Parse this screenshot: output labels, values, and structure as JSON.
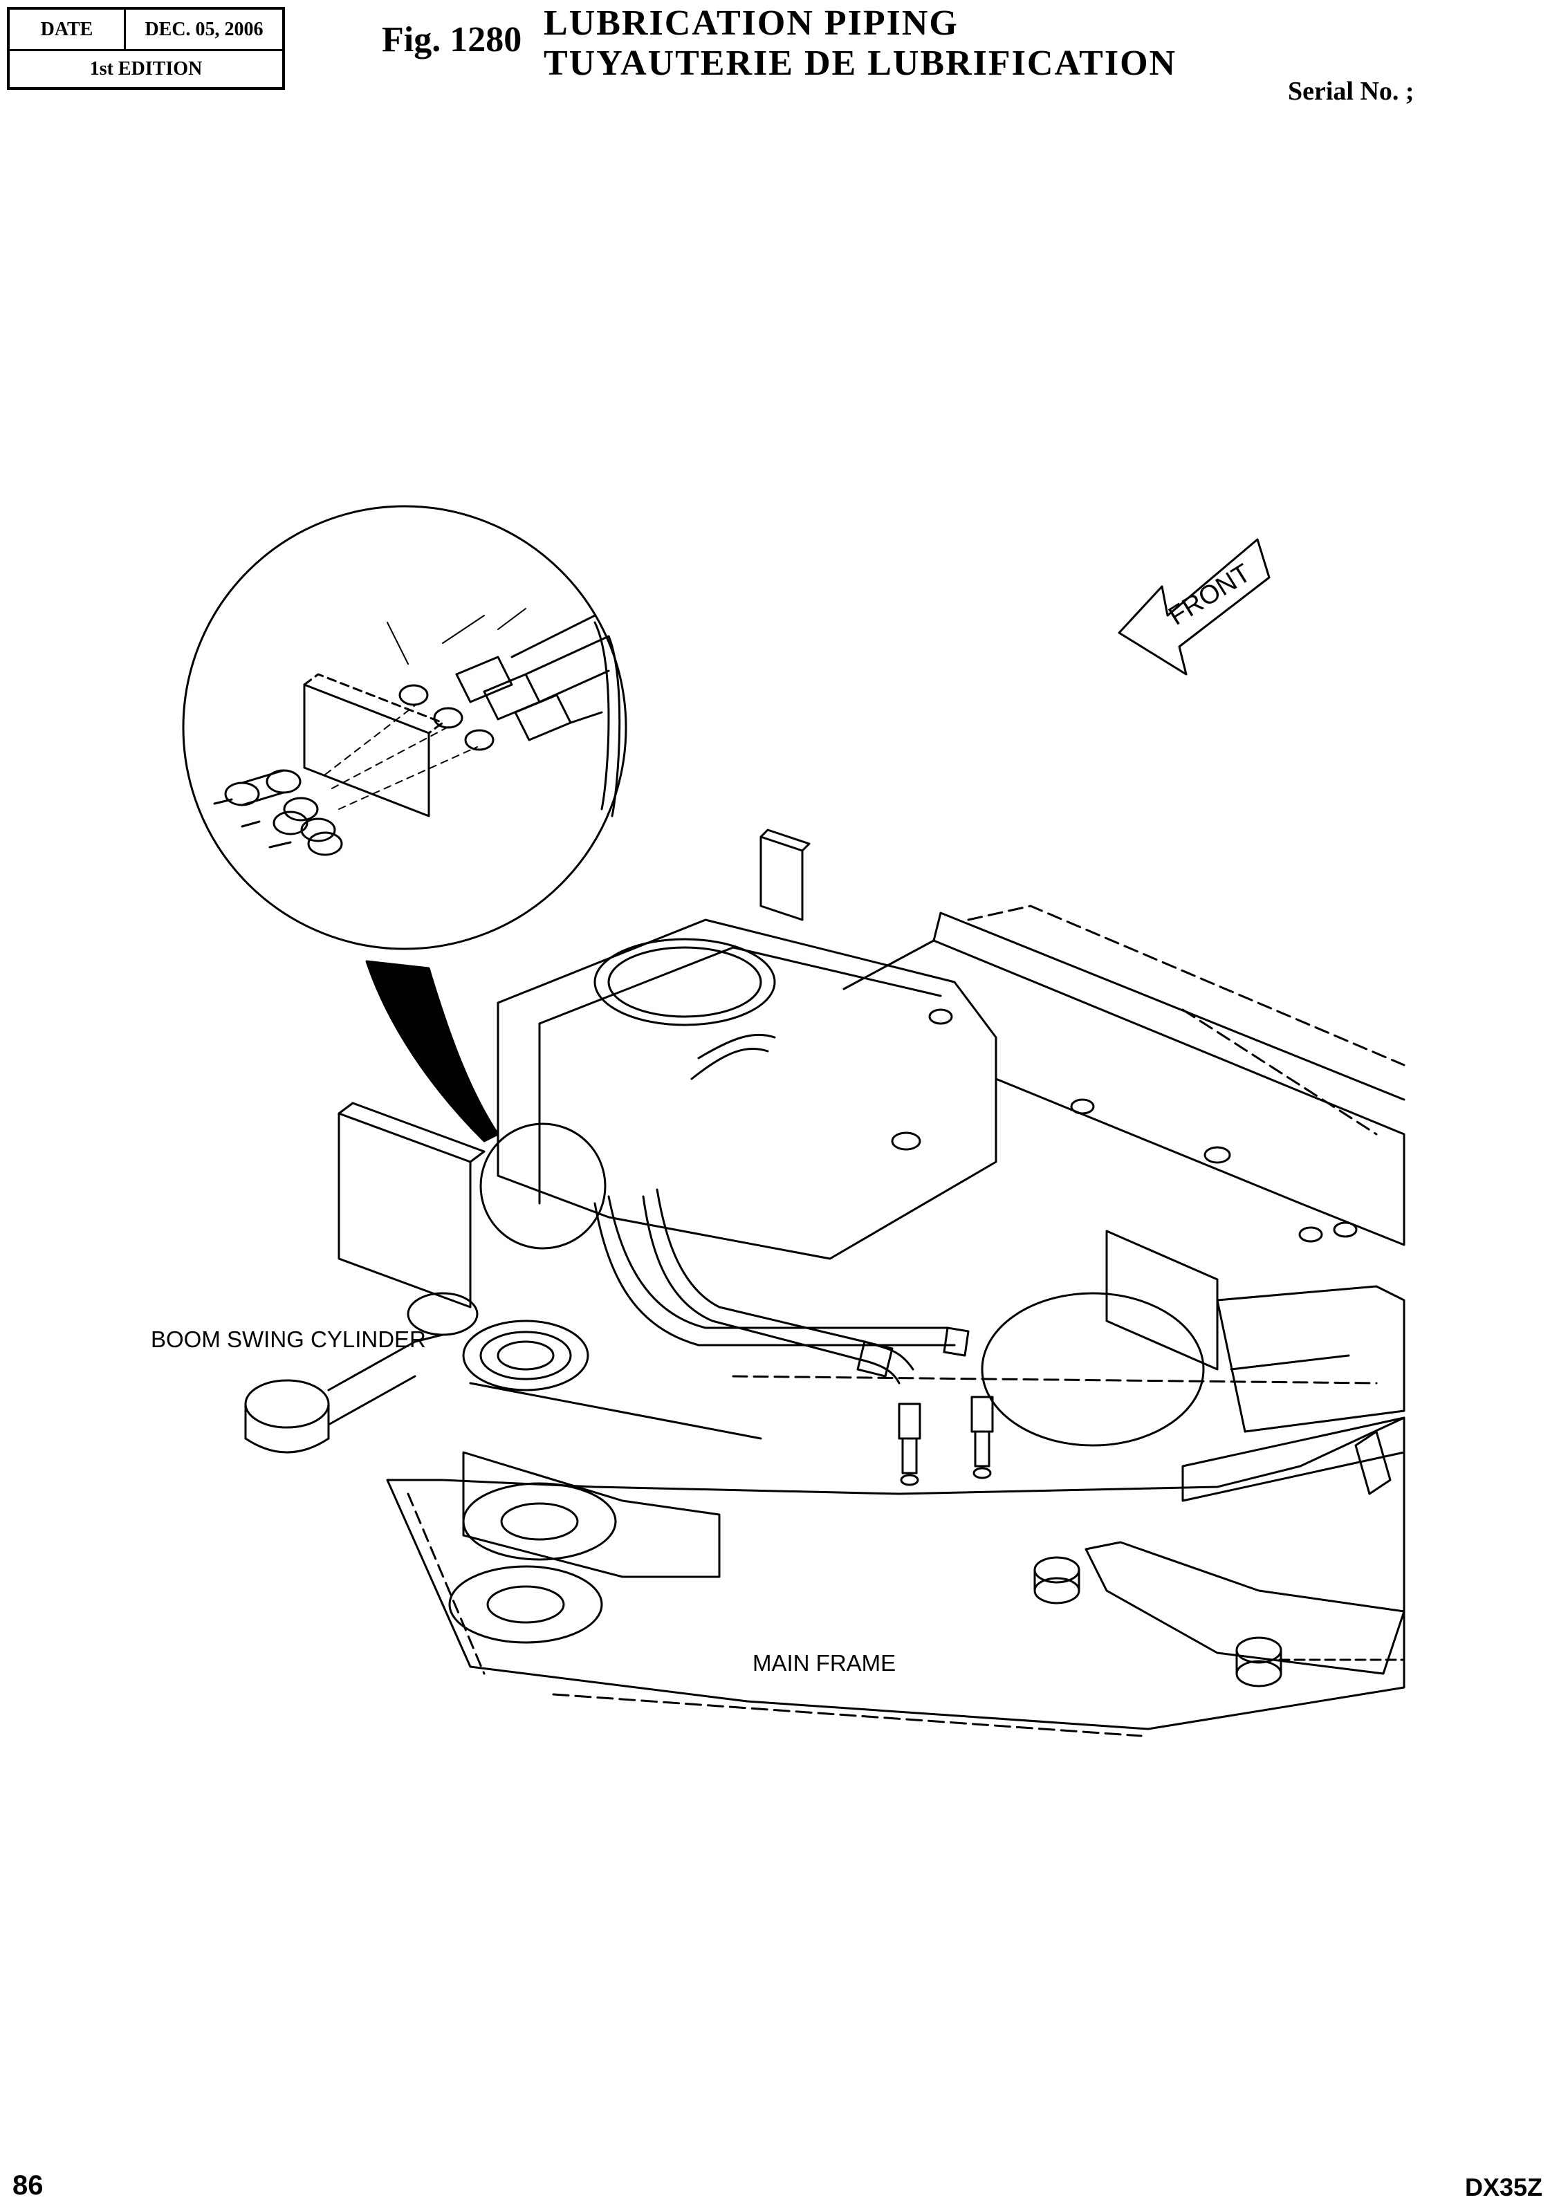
{
  "header": {
    "date_label": "DATE",
    "date_value": "DEC. 05, 2006",
    "edition": "1st EDITION",
    "fig_number": "Fig. 1280",
    "title_en": "LUBRICATION PIPING",
    "title_fr": "TUYAUTERIE DE LUBRIFICATION",
    "serial": "Serial No. ;"
  },
  "diagram": {
    "front_arrow_label": "FRONT",
    "label_boom_swing": "BOOM SWING CYLINDER",
    "label_main_frame": "MAIN FRAME"
  },
  "footer": {
    "page_number": "86",
    "model": "DX35Z"
  }
}
